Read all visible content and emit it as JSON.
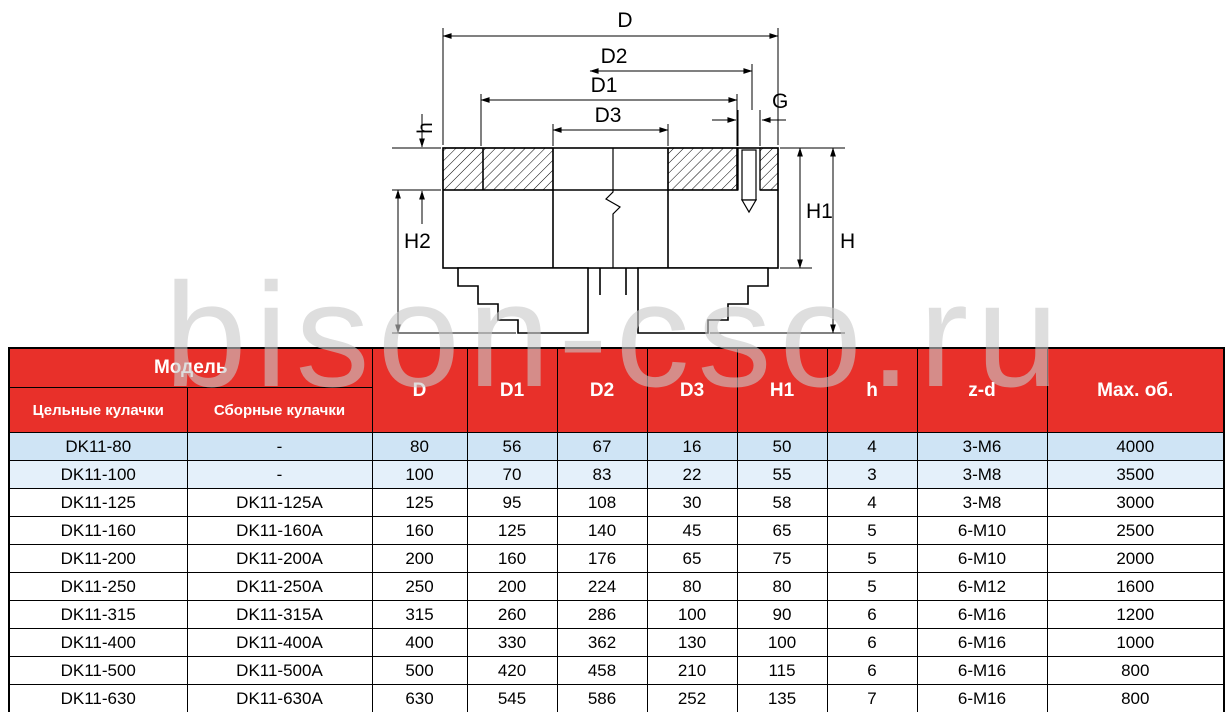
{
  "watermark": "bison-cso.ru",
  "colors": {
    "header-bg": "#e8302a",
    "header-text": "#ffffff",
    "border": "#000000",
    "watermark": "#c9c9c9",
    "row-blue-1": "#cfe4f5",
    "row-blue-2": "#e4f0fa"
  },
  "drawing": {
    "description": "cross-section of DK11 lathe chuck with dimension lines",
    "dim_labels": {
      "D": "D",
      "D1": "D1",
      "D2": "D2",
      "D3": "D3",
      "G": "G",
      "h": "h",
      "H": "H",
      "H1": "H1",
      "H2": "H2"
    }
  },
  "table": {
    "header": {
      "model_group": "Модель",
      "solid_jaws": "Цельные кулачки",
      "assembled_jaws": "Сборные кулачки",
      "columns": [
        "D",
        "D1",
        "D2",
        "D3",
        "H1",
        "h",
        "z-d",
        "Max. об."
      ]
    },
    "rows": [
      {
        "bg": "#cfe4f5",
        "cells": [
          "DK11-80",
          "-",
          "80",
          "56",
          "67",
          "16",
          "50",
          "4",
          "3-M6",
          "4000"
        ]
      },
      {
        "bg": "#e4f0fa",
        "cells": [
          "DK11-100",
          "-",
          "100",
          "70",
          "83",
          "22",
          "55",
          "3",
          "3-M8",
          "3500"
        ]
      },
      {
        "bg": "",
        "cells": [
          "DK11-125",
          "DK11-125A",
          "125",
          "95",
          "108",
          "30",
          "58",
          "4",
          "3-M8",
          "3000"
        ]
      },
      {
        "bg": "",
        "cells": [
          "DK11-160",
          "DK11-160A",
          "160",
          "125",
          "140",
          "45",
          "65",
          "5",
          "6-M10",
          "2500"
        ]
      },
      {
        "bg": "",
        "cells": [
          "DK11-200",
          "DK11-200A",
          "200",
          "160",
          "176",
          "65",
          "75",
          "5",
          "6-M10",
          "2000"
        ]
      },
      {
        "bg": "",
        "cells": [
          "DK11-250",
          "DK11-250A",
          "250",
          "200",
          "224",
          "80",
          "80",
          "5",
          "6-M12",
          "1600"
        ]
      },
      {
        "bg": "",
        "cells": [
          "DK11-315",
          "DK11-315A",
          "315",
          "260",
          "286",
          "100",
          "90",
          "6",
          "6-M16",
          "1200"
        ]
      },
      {
        "bg": "",
        "cells": [
          "DK11-400",
          "DK11-400A",
          "400",
          "330",
          "362",
          "130",
          "100",
          "6",
          "6-M16",
          "1000"
        ]
      },
      {
        "bg": "",
        "cells": [
          "DK11-500",
          "DK11-500A",
          "500",
          "420",
          "458",
          "210",
          "115",
          "6",
          "6-M16",
          "800"
        ]
      },
      {
        "bg": "",
        "cells": [
          "DK11-630",
          "DK11-630A",
          "630",
          "545",
          "586",
          "252",
          "135",
          "7",
          "6-M16",
          "800"
        ]
      }
    ]
  }
}
